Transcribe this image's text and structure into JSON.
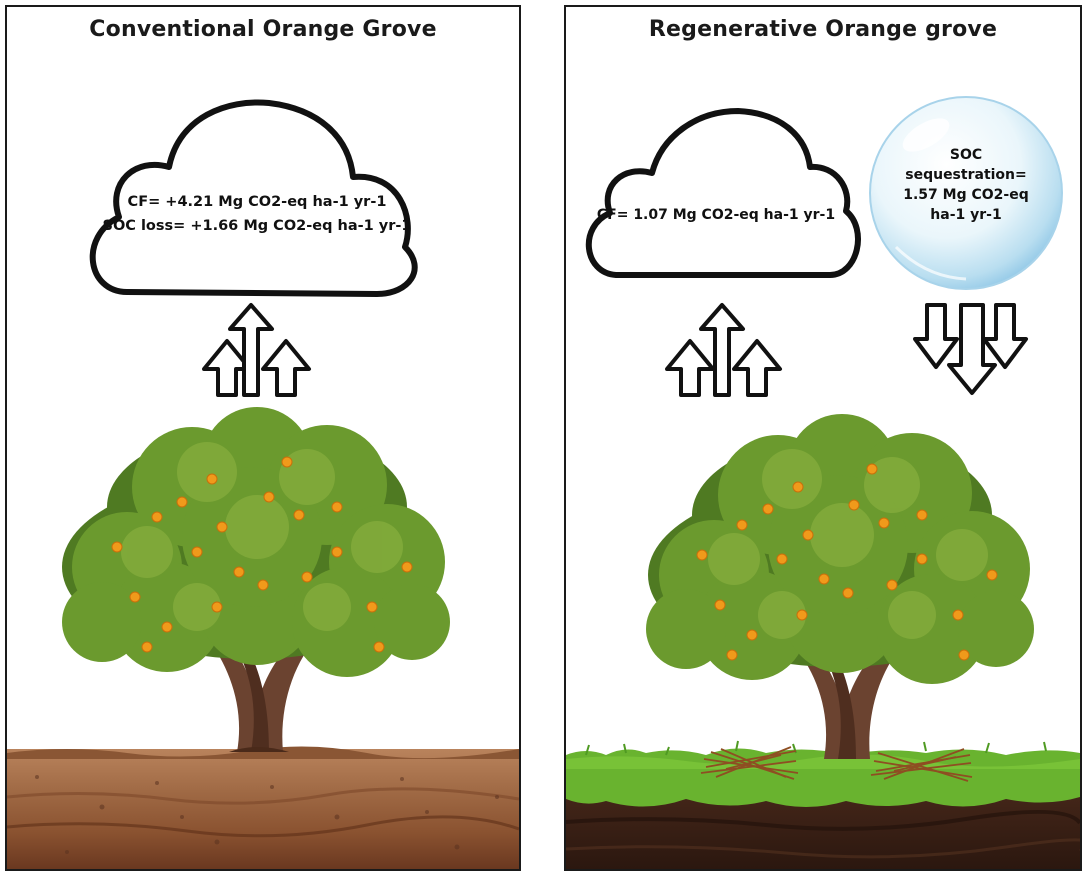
{
  "panels": {
    "conventional": {
      "title": "Conventional Orange Grove",
      "cloud_line1": "CF= +4.21 Mg CO2-eq ha-1 yr-1",
      "cloud_line2": "SOC loss= +1.66 Mg CO2-eq ha-1 yr-1",
      "arrow_direction": "up"
    },
    "regenerative": {
      "title": "Regenerative Orange grove",
      "cloud_line1": "CF= 1.07 Mg CO2-eq ha-1 yr-1",
      "bubble_line1": "SOC",
      "bubble_line2": "sequestration=",
      "bubble_line3": "1.57 Mg CO2-eq",
      "bubble_line4": "ha-1 yr-1",
      "emission_arrow_direction": "up",
      "sequestration_arrow_direction": "down"
    }
  },
  "colors": {
    "soil_top": "#b8805a",
    "soil_mid": "#9a5f3a",
    "soil_deep": "#6e3b22",
    "grass": "#66b32e",
    "dark_soil": "#3b2216",
    "foliage": "#5f8f2a",
    "fruit": "#f19a1a",
    "trunk": "#6b4330"
  }
}
